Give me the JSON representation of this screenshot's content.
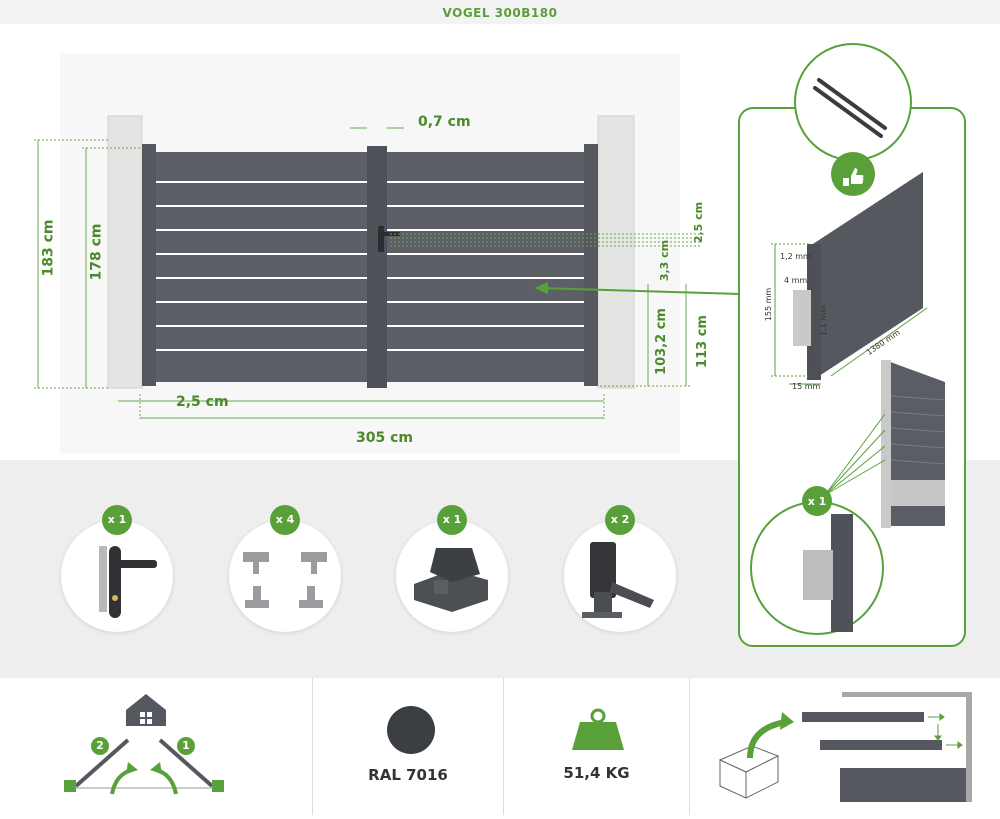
{
  "header": {
    "title": "VOGEL 300B180"
  },
  "dimensions": {
    "gap": "0,7 cm",
    "height_total": "183 cm",
    "height_gate": "178 cm",
    "bottom_gap": "2,5 cm",
    "width_total": "305 cm",
    "slat_gap": "2,5 cm",
    "slat_pitch": "3,3 cm",
    "height_lock": "103,2 cm",
    "height_post_lock": "113 cm"
  },
  "profile": {
    "thickness_top": "1,2 mm",
    "groove": "4 mm",
    "wall": "1,1 mm",
    "height": "155 mm",
    "length": "1380 mm",
    "depth": "15 mm"
  },
  "accessories": [
    {
      "qty": "x 1",
      "icon": "handle-lock-icon"
    },
    {
      "qty": "x 4",
      "icon": "hinges-icon"
    },
    {
      "qty": "x 1",
      "icon": "gate-stop-icon"
    },
    {
      "qty": "x 2",
      "icon": "gate-holder-icon"
    }
  ],
  "detail": {
    "qty": "x 1"
  },
  "features": {
    "opening": {
      "step_one": "1",
      "step_two": "2"
    },
    "color": {
      "label": "RAL 7016",
      "hex": "#3b3e43"
    },
    "weight": {
      "label": "51,4 KG"
    }
  },
  "colors": {
    "accent": "#5aa03a",
    "gate": "#5a5d63",
    "post": "#e4e4e2"
  }
}
